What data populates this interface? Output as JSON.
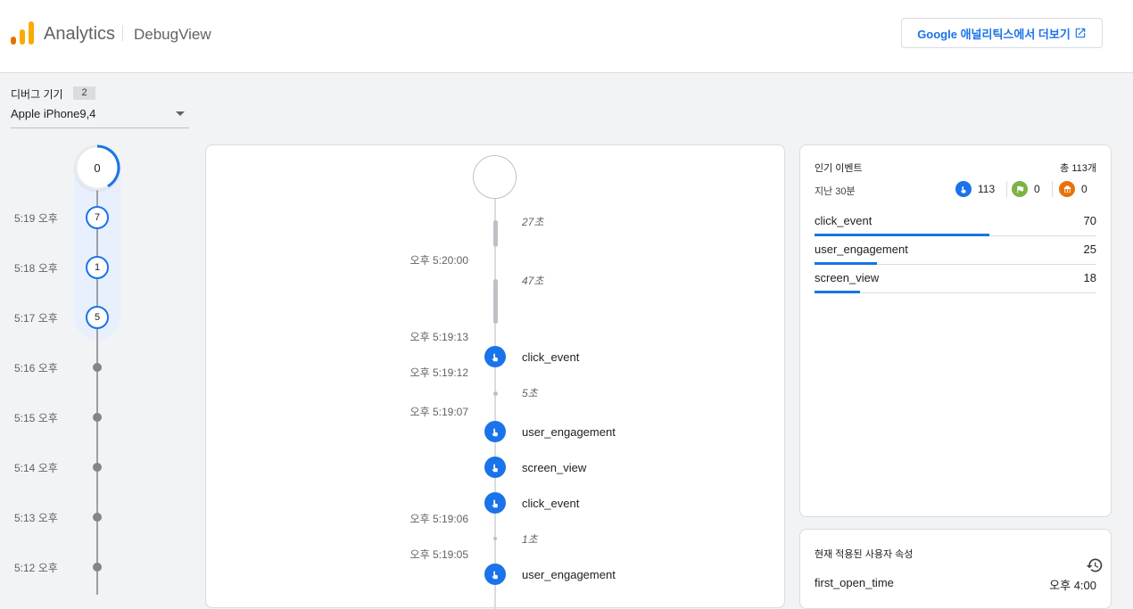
{
  "header": {
    "app_title": "Analytics",
    "page_title": "DebugView",
    "ga_button_label": "Google 애널리틱스에서 더보기",
    "brand_colors": {
      "logo_dark": "#e37400",
      "logo_light": "#f9ab00",
      "accent": "#1a73e8"
    }
  },
  "device": {
    "label": "디버그 기기",
    "count": "2",
    "selected": "Apple iPhone9,4"
  },
  "minutes": {
    "seconds_counter": "0",
    "rows": [
      {
        "time": "5:19 오후",
        "count": "7"
      },
      {
        "time": "5:18 오후",
        "count": "1"
      },
      {
        "time": "5:17 오후",
        "count": "5"
      },
      {
        "time": "5:16 오후"
      },
      {
        "time": "5:15 오후"
      },
      {
        "time": "5:14 오후"
      },
      {
        "time": "5:13 오후"
      },
      {
        "time": "5:12 오후"
      }
    ]
  },
  "stream": {
    "gaps": [
      "27초",
      "47초",
      "5초",
      "1초"
    ],
    "timestamps": [
      "오후 5:20:00",
      "오후 5:19:13",
      "오후 5:19:12",
      "오후 5:19:07",
      "오후 5:19:06",
      "오후 5:19:05"
    ],
    "events": [
      "click_event",
      "user_engagement",
      "screen_view",
      "click_event",
      "user_engagement"
    ]
  },
  "top_events": {
    "title": "인기 이벤트",
    "total": "총 113개",
    "period": "지난 30분",
    "counts": [
      {
        "icon": "touch-icon",
        "value": "113",
        "color": "#1a73e8"
      },
      {
        "icon": "flag-icon",
        "value": "0",
        "color": "#7cb342"
      },
      {
        "icon": "gift-icon",
        "value": "0",
        "color": "#e8710a"
      }
    ],
    "events": [
      {
        "name": "click_event",
        "count": "70",
        "share": 0.62
      },
      {
        "name": "user_engagement",
        "count": "25",
        "share": 0.22
      },
      {
        "name": "screen_view",
        "count": "18",
        "share": 0.16
      }
    ]
  },
  "user_props": {
    "title": "현재 적용된 사용자 속성",
    "key": "first_open_time",
    "value": "오후 4:00"
  }
}
